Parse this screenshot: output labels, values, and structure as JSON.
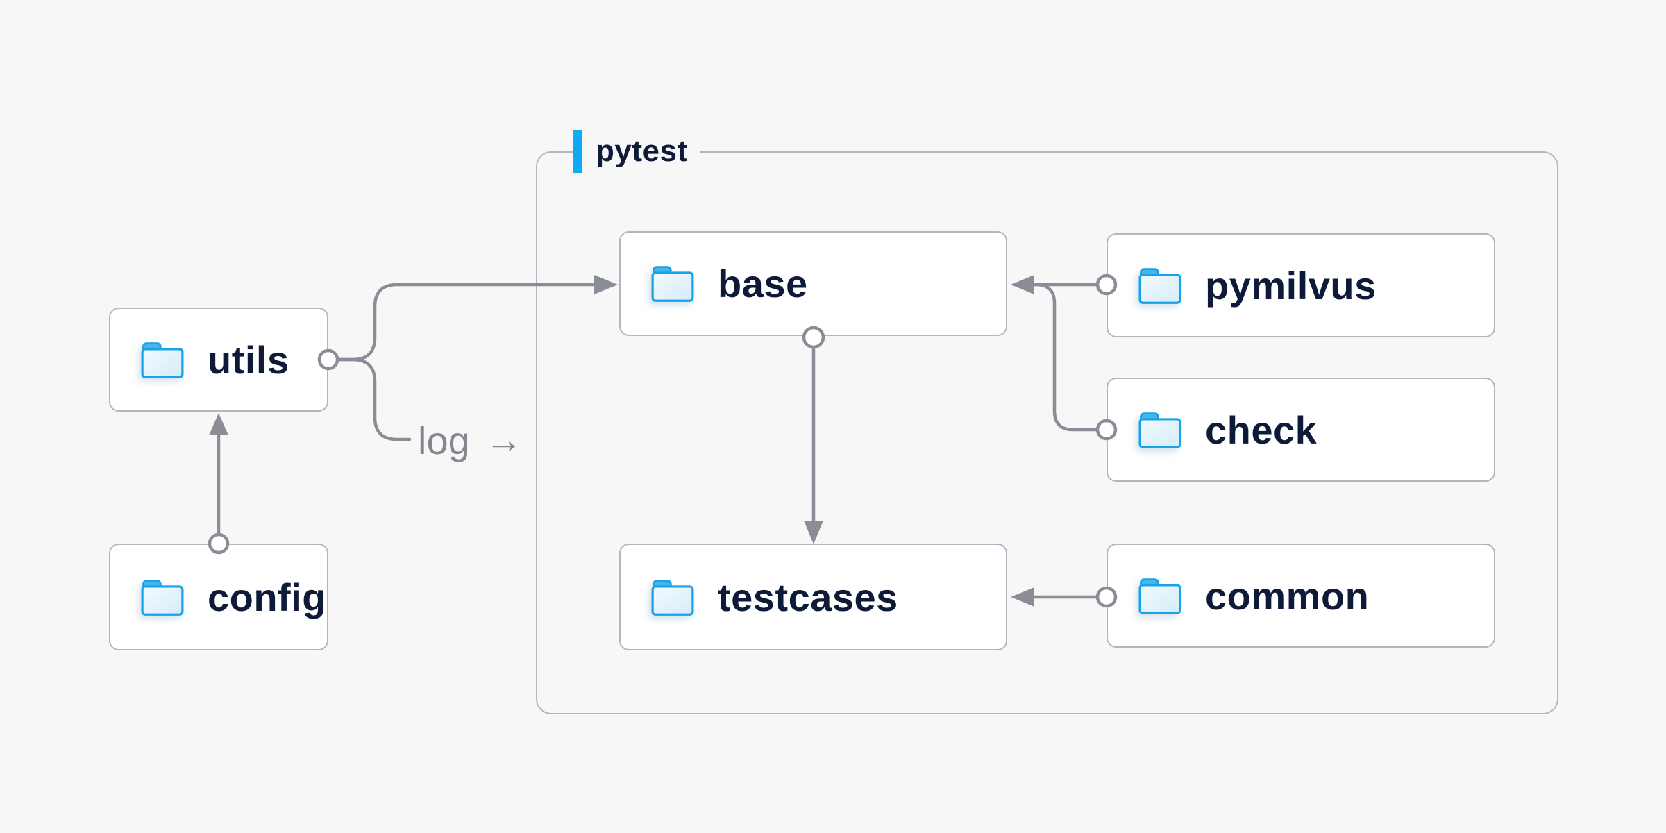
{
  "container": {
    "label": "pytest"
  },
  "labels": {
    "log": "log",
    "log_arrow": "→"
  },
  "nodes": [
    {
      "id": "utils",
      "label": "utils"
    },
    {
      "id": "config",
      "label": "config"
    },
    {
      "id": "base",
      "label": "base"
    },
    {
      "id": "pymilvus",
      "label": "pymilvus"
    },
    {
      "id": "check",
      "label": "check"
    },
    {
      "id": "testcases",
      "label": "testcases"
    },
    {
      "id": "common",
      "label": "common"
    }
  ],
  "edges": [
    {
      "from": "config",
      "to": "utils"
    },
    {
      "from": "utils",
      "to": "base"
    },
    {
      "from": "utils",
      "to": "log"
    },
    {
      "from": "pymilvus",
      "to": "base"
    },
    {
      "from": "check",
      "to": "base"
    },
    {
      "from": "base",
      "to": "testcases"
    },
    {
      "from": "common",
      "to": "testcases"
    }
  ],
  "icons": {
    "node_icon": "folder-icon"
  },
  "colors": {
    "background": "#f7f7f8",
    "node_bg": "#ffffff",
    "node_border": "#b3b6c1",
    "container_border": "#b4b6c2",
    "accent": "#12a8f2",
    "text": "#0e1b38",
    "wire": "#8a8d95",
    "muted_label": "#84878f",
    "folder_stroke": "#18a2e8",
    "folder_tab": "#45b5ee",
    "folder_fill_light": "#f3fafe",
    "folder_fill_dark": "#d4ecfa"
  }
}
